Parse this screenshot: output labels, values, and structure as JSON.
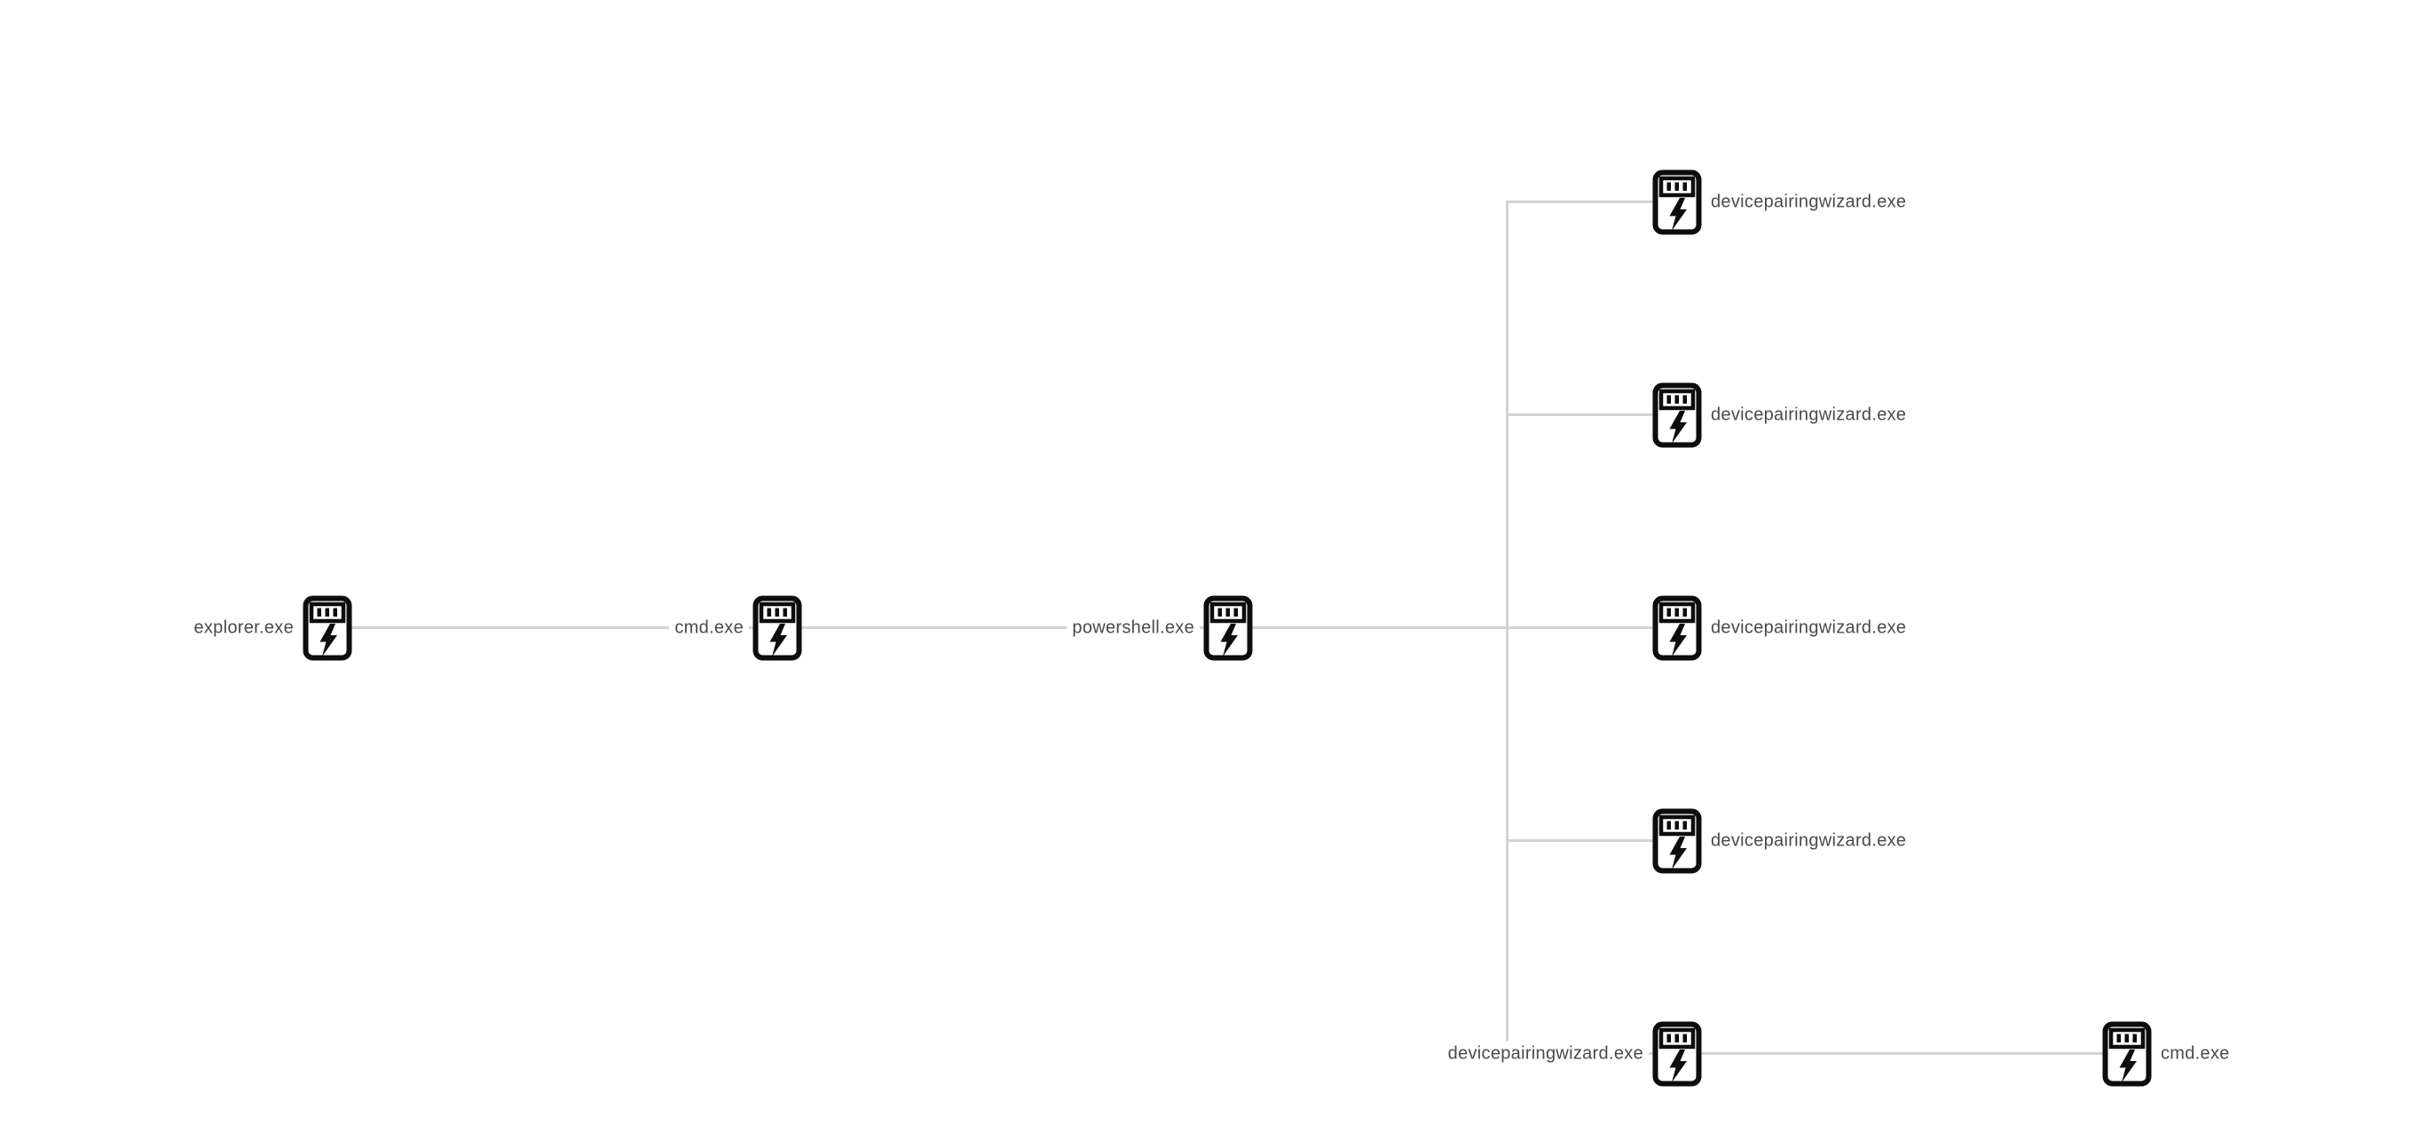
{
  "diagram": {
    "type": "process-tree",
    "background": "#ffffff",
    "edge_color": "#d2d2d2",
    "label_color": "#4a4a4a",
    "icon_color": "#0d0d0d",
    "icon_name": "process-lightning-icon"
  },
  "nodes": [
    {
      "id": "explorer",
      "label": "explorer.exe",
      "label_side": "left"
    },
    {
      "id": "cmd-1",
      "label": "cmd.exe",
      "label_side": "left"
    },
    {
      "id": "powershell",
      "label": "powershell.exe",
      "label_side": "left"
    },
    {
      "id": "devicepairingwizard-1",
      "label": "devicepairingwizard.exe",
      "label_side": "right"
    },
    {
      "id": "devicepairingwizard-2",
      "label": "devicepairingwizard.exe",
      "label_side": "right"
    },
    {
      "id": "devicepairingwizard-3",
      "label": "devicepairingwizard.exe",
      "label_side": "right"
    },
    {
      "id": "devicepairingwizard-4",
      "label": "devicepairingwizard.exe",
      "label_side": "right"
    },
    {
      "id": "devicepairingwizard-5",
      "label": "devicepairingwizard.exe",
      "label_side": "left"
    },
    {
      "id": "cmd-2",
      "label": "cmd.exe",
      "label_side": "right"
    }
  ],
  "edges": [
    {
      "from": "explorer",
      "to": "cmd-1"
    },
    {
      "from": "cmd-1",
      "to": "powershell"
    },
    {
      "from": "powershell",
      "to": "devicepairingwizard-1"
    },
    {
      "from": "powershell",
      "to": "devicepairingwizard-2"
    },
    {
      "from": "powershell",
      "to": "devicepairingwizard-3"
    },
    {
      "from": "powershell",
      "to": "devicepairingwizard-4"
    },
    {
      "from": "powershell",
      "to": "devicepairingwizard-5"
    },
    {
      "from": "devicepairingwizard-5",
      "to": "cmd-2"
    }
  ]
}
